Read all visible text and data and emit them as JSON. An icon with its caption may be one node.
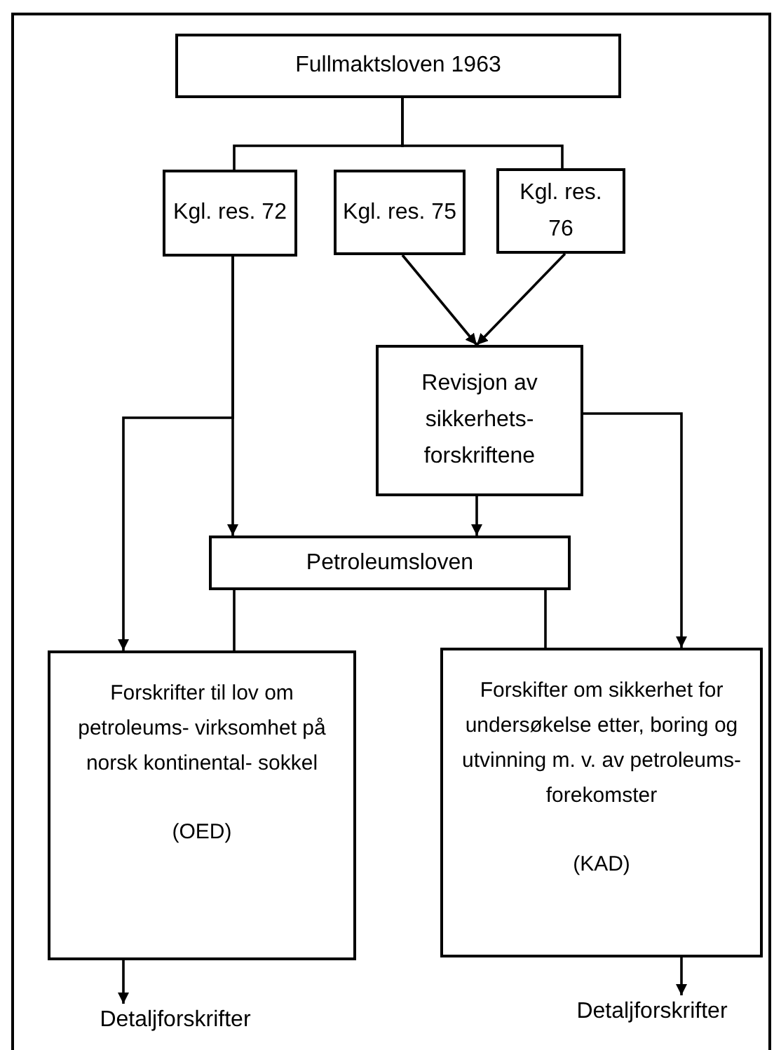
{
  "diagram": {
    "nodes": [
      {
        "text": [
          "Fullmaktsloven 1963"
        ]
      },
      {
        "text": [
          "Kgl. res. 72"
        ]
      },
      {
        "text": [
          "Kgl. res. 75"
        ]
      },
      {
        "text": [
          "Kgl. res. 76"
        ]
      },
      {
        "text": [
          "Revisjon av sikkerhets- forskriftene"
        ]
      },
      {
        "text": [
          "Petroleumsloven"
        ]
      },
      {
        "text": [
          "Forskrifter til lov om petroleums- virksomhet på norsk kontinental- sokkel",
          "(OED)"
        ]
      },
      {
        "text": [
          "Forskifter om sikkerhet for undersøkelse etter, boring og utvinning m. v. av petroleums- forekomster",
          "(KAD)"
        ]
      },
      {
        "text": [
          "Detaljforskrifter"
        ]
      },
      {
        "text": [
          "Detaljforskrifter"
        ]
      }
    ],
    "edges": [
      {
        "from": 0,
        "to": 1,
        "arrow": "none"
      },
      {
        "from": 0,
        "to": 3,
        "arrow": "none"
      },
      {
        "from": 2,
        "to": 4,
        "arrow": "to"
      },
      {
        "from": 3,
        "to": 4,
        "arrow": "to"
      },
      {
        "from": 1,
        "to": 5,
        "arrow": "to"
      },
      {
        "from": 1,
        "to": 6,
        "arrow": "to"
      },
      {
        "from": 4,
        "to": 5,
        "arrow": "to"
      },
      {
        "from": 4,
        "to": 7,
        "arrow": "to"
      },
      {
        "from": 5,
        "to": 6,
        "arrow": "none"
      },
      {
        "from": 5,
        "to": 7,
        "arrow": "none"
      },
      {
        "from": 6,
        "to": 8,
        "arrow": "to"
      },
      {
        "from": 7,
        "to": 9,
        "arrow": "to"
      }
    ]
  }
}
